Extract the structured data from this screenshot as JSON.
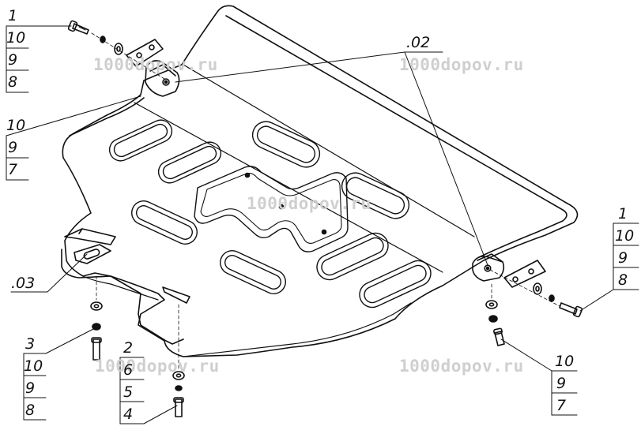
{
  "watermarks": [
    "1000dopov.ru",
    "1000dopov.ru",
    "1000dopov.ru",
    "1000dopov.ru",
    "1000dopov.ru"
  ],
  "callouts": {
    "top_left_fastener": [
      "1",
      "10",
      "9",
      "8"
    ],
    "left_bracket_fastener": [
      "10",
      "9",
      "7"
    ],
    "bottom_left_bolt": [
      "3",
      "10",
      "9",
      "8"
    ],
    "bottom_middle_bolt": [
      "2",
      "6",
      "5",
      "4"
    ],
    "right_fastener": [
      "1",
      "10",
      "9",
      "8"
    ],
    "bottom_right_bolt": [
      "10",
      "9",
      "7"
    ]
  },
  "part_labels": {
    "bracket_02": ".02",
    "bracket_03": ".03"
  }
}
